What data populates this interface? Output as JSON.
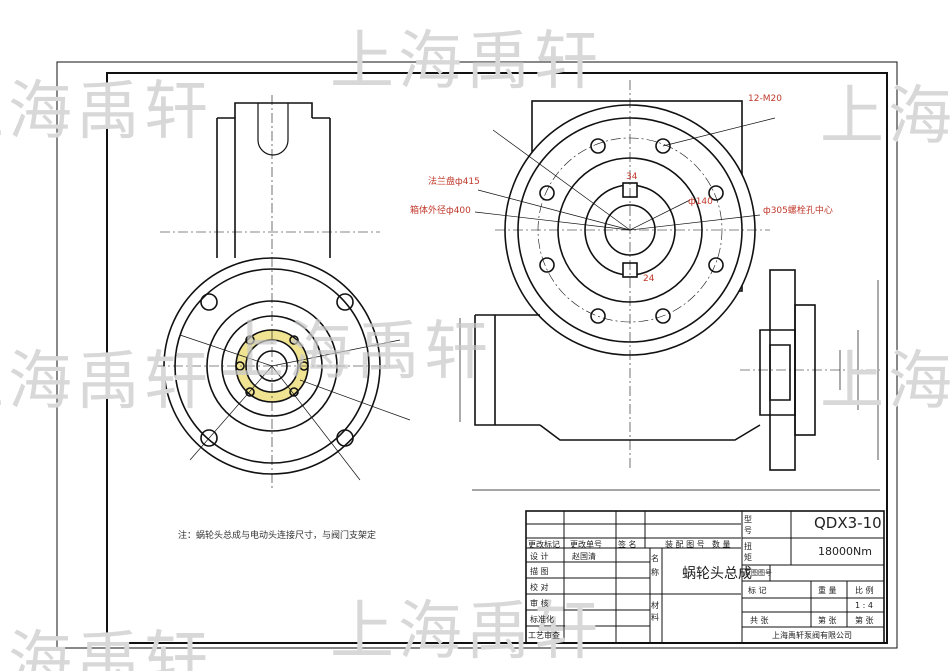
{
  "watermark": "上海禹轩",
  "annotations": {
    "bolts": "12-M20",
    "flange": "法兰盘ф415",
    "body_od": "箱体外径ф400",
    "bore": "ф140",
    "bolt_circle": "ф305螺栓孔中心",
    "key_top": "34",
    "key_bottom": "24"
  },
  "note": "注：蜗轮头总成与电动头连接尺寸，与阀门支架定",
  "title_block": {
    "headers": [
      "更改标记",
      "更改单号",
      "签 名",
      "装 配 图 号",
      "数 量"
    ],
    "design": "设 计",
    "designer": "赵国清",
    "drawing": "描 图",
    "check": "校 对",
    "review": "审 核",
    "standard": "标准化",
    "process": "工艺审查",
    "name_label": "名 称",
    "material_label": "材 料",
    "part_name": "蜗轮头总成",
    "model_label": "型 号",
    "model": "QDX3-10",
    "torque_label": "扭 矩",
    "torque": "18000Nm",
    "old_drawing": "原图图号",
    "mark": "标 记",
    "weight": "重 量",
    "scale_label": "比 例",
    "scale": "1 : 4",
    "sheets_total": "共 张",
    "sheet_no": "第 张",
    "sheet_count": "第 张",
    "company": "上海禹轩泵阀有限公司"
  }
}
